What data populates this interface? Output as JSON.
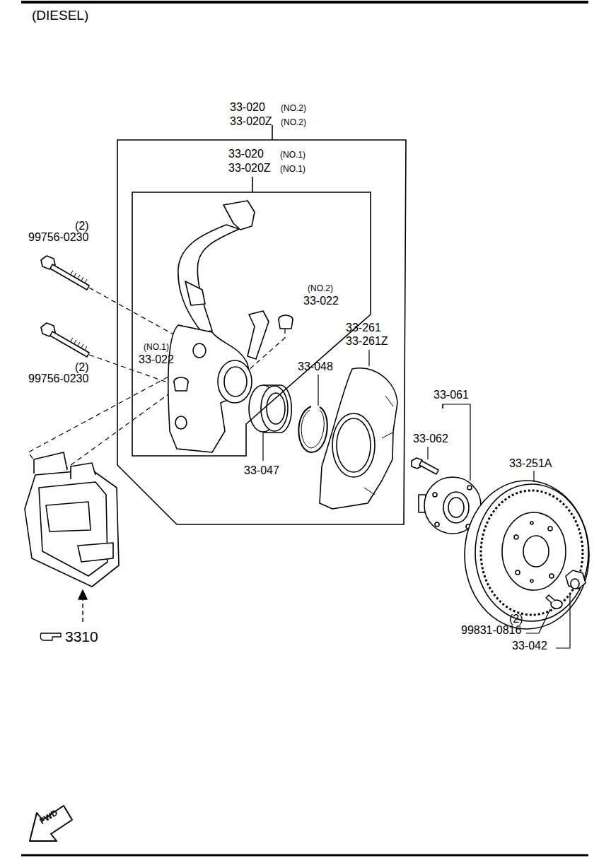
{
  "diagram": {
    "nodes": [
      {
        "text": [
          "33-020",
          "(NO.2)",
          "33-020Z",
          "(NO.2)"
        ]
      },
      {
        "text": [
          "33-020",
          "(NO.1)",
          "33-020Z",
          "(NO.1)"
        ],
        "in": 0
      }
    ],
    "edges": [],
    "labels": [
      "(DIESEL)",
      "(2)",
      "99756-0230",
      "(2)",
      "99756-0230",
      "(NO.2)",
      "33-022",
      "(NO.1)",
      "33-022",
      "33-261",
      "33-261Z",
      "33-048",
      "33-047",
      "33-061",
      "33-062",
      "33-251A",
      "(2)",
      "99831-0816",
      "33-042",
      "3310",
      "FWD"
    ]
  }
}
